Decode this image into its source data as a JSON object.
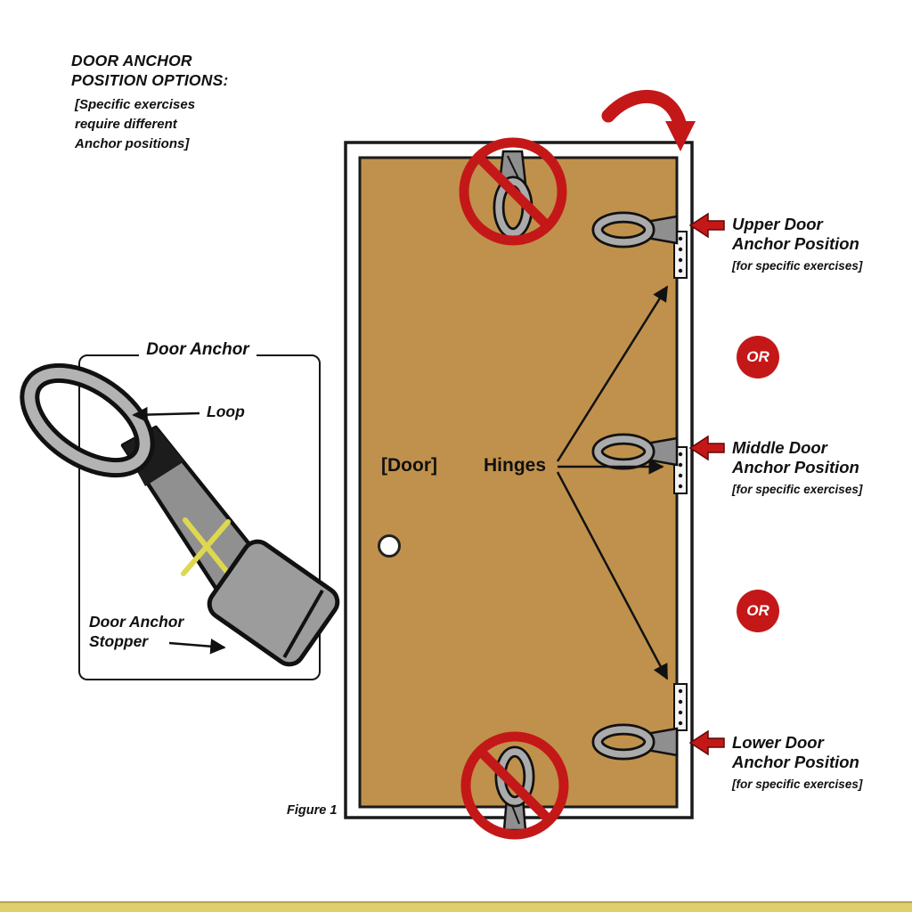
{
  "header": {
    "title_line1": "DOOR ANCHOR",
    "title_line2": "POSITION OPTIONS:",
    "subtitle_line1": "[Specific exercises",
    "subtitle_line2": "require different",
    "subtitle_line3": "Anchor positions]"
  },
  "anchor_box": {
    "title": "Door Anchor",
    "loop_label": "Loop",
    "stopper_label_line1": "Door Anchor",
    "stopper_label_line2": "Stopper"
  },
  "door": {
    "label": "[Door]",
    "hinges_label": "Hinges",
    "figure_label": "Figure 1"
  },
  "positions": {
    "upper": {
      "line1": "Upper Door",
      "line2": "Anchor Position",
      "note": "[for specific exercises]"
    },
    "or_1": "OR",
    "middle": {
      "line1": "Middle Door",
      "line2": "Anchor Position",
      "note": "[for specific exercises]"
    },
    "or_2": "OR",
    "lower": {
      "line1": "Lower Door",
      "line2": "Anchor Position",
      "note": "[for specific exercises]"
    }
  },
  "colors": {
    "door_tan": "#c0914c",
    "prohibition_red": "#c41818",
    "anchor_gray": "#a5a5a5",
    "bottom_strip": "#e0d06c"
  }
}
